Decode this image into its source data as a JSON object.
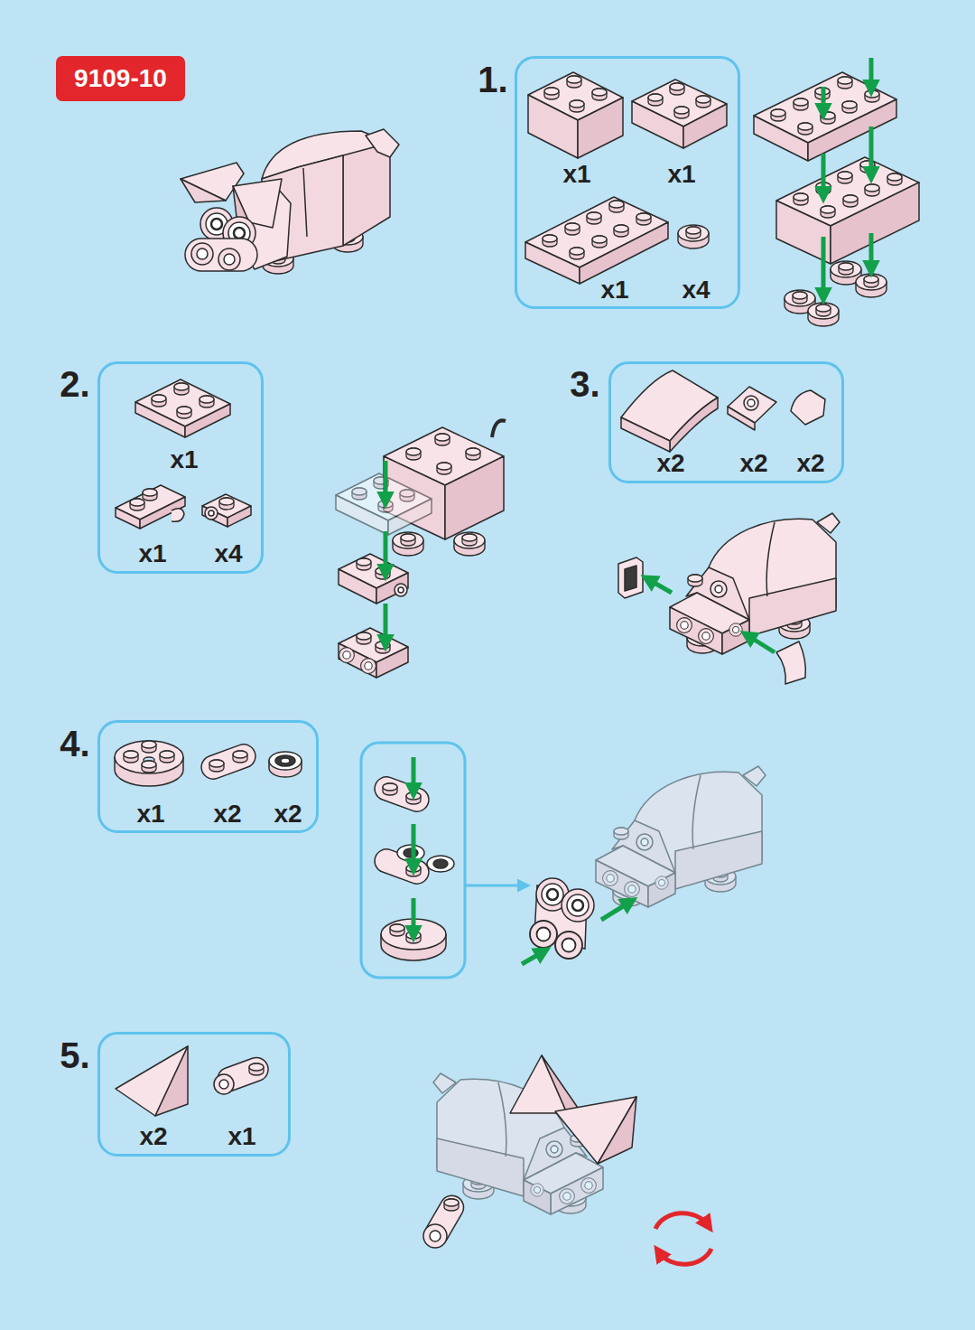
{
  "diagram": {
    "nodes": [
      {
        "text": [
          "9109-10"
        ]
      },
      {
        "text": [
          "1.",
          "x1",
          "x1",
          "x1",
          "x4"
        ]
      },
      {
        "text": [
          "2.",
          "x1",
          "x1",
          "x4"
        ]
      },
      {
        "text": [
          "3.",
          "x2",
          "x2",
          "x2"
        ]
      },
      {
        "text": [
          "4.",
          "x1",
          "x2",
          "x2"
        ]
      },
      {
        "text": [
          "5.",
          "x2",
          "x1"
        ]
      }
    ]
  }
}
